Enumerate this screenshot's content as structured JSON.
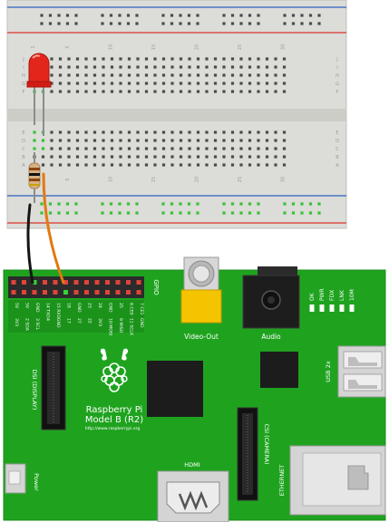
{
  "colors": {
    "breadboard": "#dcdcd8",
    "breadboard_edge": "#c9c9c4",
    "rail_red": "#d9342b",
    "rail_blue": "#2d5fbf",
    "hole": "#4b4b4b",
    "hole_active": "#36c236",
    "pcb": "#1fa31f",
    "pcb_dark": "#178817",
    "header_bg": "#2b2b2b",
    "pin_red": "#e0443a",
    "pin_green": "#39d039",
    "wire_black": "#151515",
    "wire_orange": "#e07a10",
    "led_red": "#e3261c",
    "video_yellow": "#f5c400",
    "chip": "#1c1c1c",
    "silver": "#c8c8c8"
  },
  "breadboard": {
    "top_col_labels": [
      "1",
      "5",
      "10",
      "15",
      "20",
      "25",
      "30"
    ],
    "bottom_col_labels": [
      "1",
      "5",
      "10",
      "15",
      "20",
      "25",
      "30"
    ],
    "row_labels_top": [
      "J",
      "I",
      "H",
      "G",
      "F"
    ],
    "row_labels_bottom": [
      "E",
      "D",
      "C",
      "B",
      "A"
    ],
    "right_row_labels_top": [
      "J",
      "I",
      "H",
      "G",
      "F"
    ],
    "right_row_labels_bottom": [
      "E",
      "D",
      "C",
      "B",
      "A"
    ]
  },
  "components": {
    "led_icon": "led-red-icon",
    "resistor_icon": "resistor-icon"
  },
  "pi": {
    "gpio_label": "GPIO",
    "header_top_labels": [
      "5V",
      "5V",
      "GND",
      "14 TXD",
      "15 RXD",
      "18",
      "GND",
      "23",
      "24",
      "GND",
      "25",
      "8 CE0",
      "7 CE1"
    ],
    "header_bottom_labels": [
      "3V3",
      "2 SDA",
      "3 SCL",
      "4",
      "GND",
      "17",
      "27",
      "22",
      "3V3",
      "10 MOSI",
      "9 MISO",
      "11 SCLK",
      "GND"
    ],
    "video_out_label": "Video-Out",
    "audio_label": "Audio",
    "leds": [
      "OK",
      "PWR",
      "FDX",
      "LNK",
      "10M"
    ],
    "usb_label": "USB 2x",
    "dsi_label": "DSI (DISPLAY)",
    "brand_line1": "Raspberry Pi",
    "brand_line2": "Model B (R2)",
    "brand_url": "http://www.raspberrypi.org",
    "csi_label": "CSI (CAMERA)",
    "hdmi_label": "HDMI",
    "ethernet_label": "ETHERNET",
    "power_label": "Power"
  }
}
